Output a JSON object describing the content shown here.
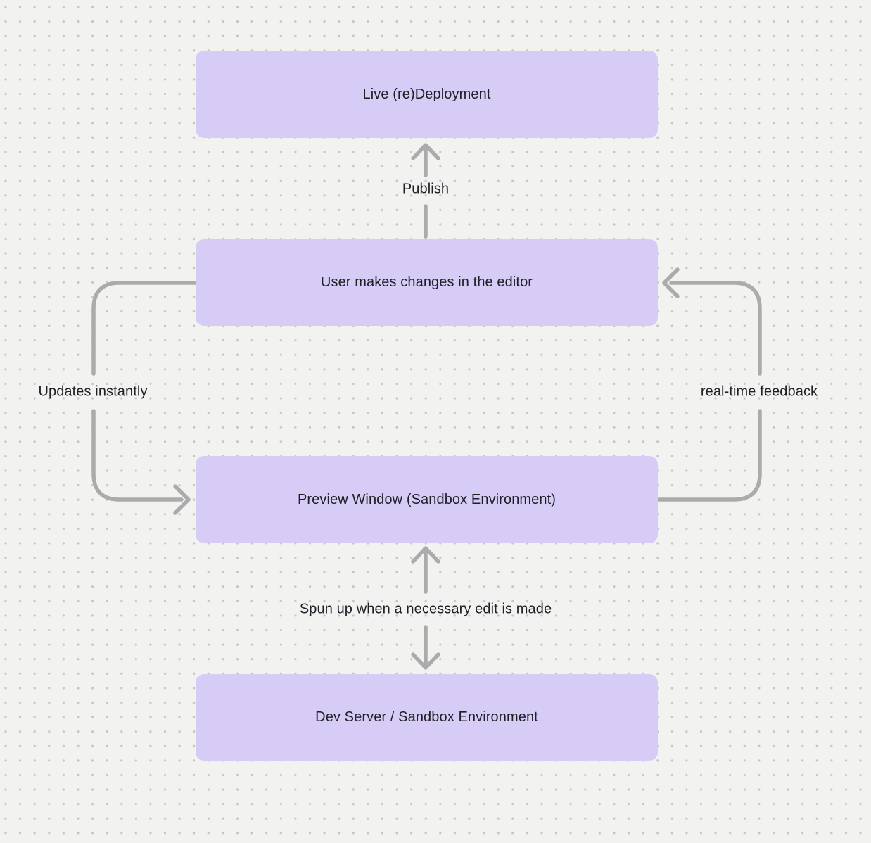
{
  "diagram": {
    "nodes": [
      {
        "id": "live-redeployment",
        "label": "Live (re)Deployment"
      },
      {
        "id": "editor",
        "label": "User makes changes in the editor"
      },
      {
        "id": "preview-window",
        "label": "Preview Window (Sandbox Environment)"
      },
      {
        "id": "dev-server",
        "label": "Dev Server / Sandbox Environment"
      }
    ],
    "edges": [
      {
        "id": "publish",
        "label": "Publish",
        "from": "editor",
        "to": "live-redeployment"
      },
      {
        "id": "updates-instantly",
        "label": "Updates instantly",
        "from": "editor",
        "to": "preview-window"
      },
      {
        "id": "real-time-feedback",
        "label": "real-time feedback",
        "from": "preview-window",
        "to": "editor"
      },
      {
        "id": "spun-up",
        "label": "Spun up when a necessary edit is made",
        "from": "preview-window",
        "to": "dev-server",
        "bidirectional": true
      }
    ],
    "colors": {
      "node_fill": "#d7ccf6",
      "arrow": "#ababab",
      "text": "#1f1f26",
      "background": "#f2f2f1",
      "grid_dot": "#c6c6c6"
    }
  }
}
